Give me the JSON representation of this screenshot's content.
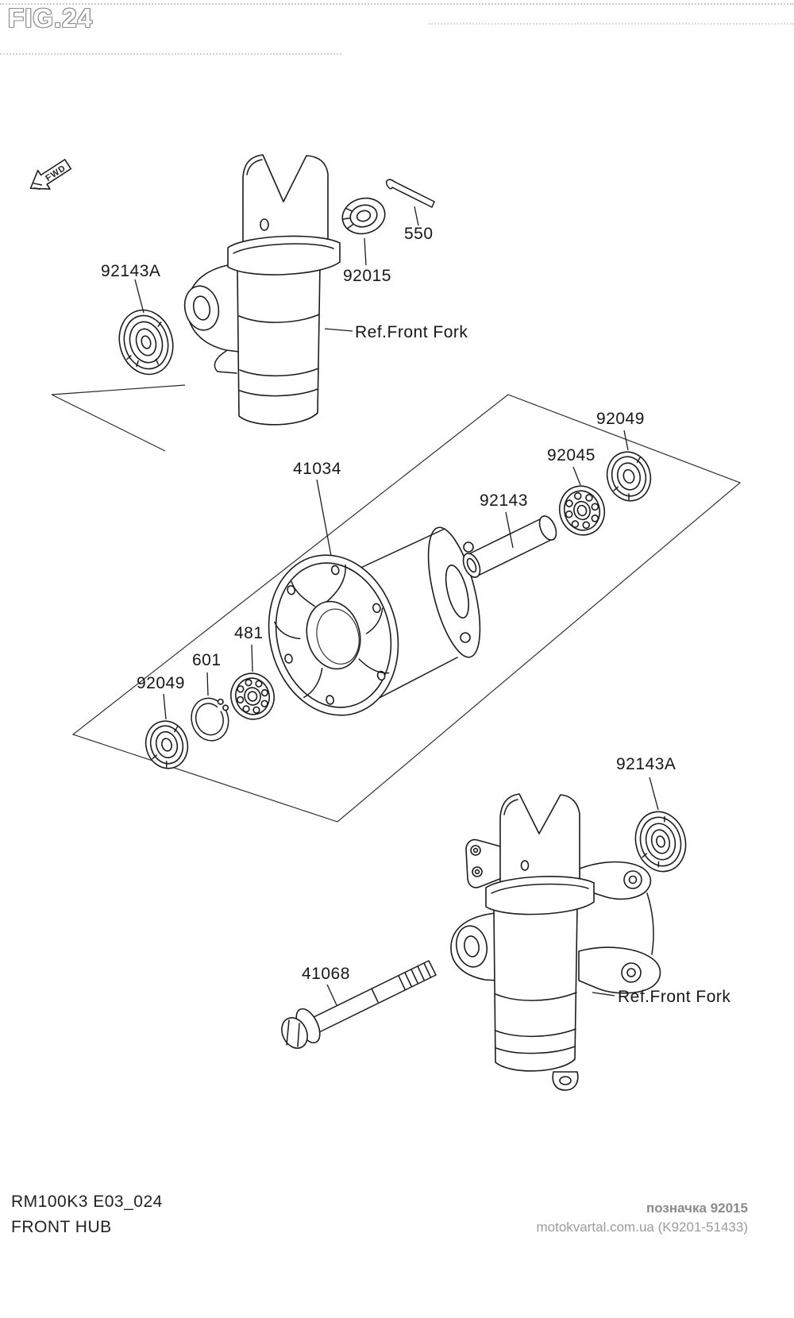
{
  "page": {
    "title": "FIG.24",
    "fwd_label": "FWD",
    "footer": {
      "code": "RM100K3 E03_024",
      "name": "FRONT HUB"
    },
    "watermark": {
      "line1": "позначка 92015",
      "line2": "motokvartal.com.ua (K9201-51433)"
    }
  },
  "labels": [
    {
      "text": "92143A"
    },
    {
      "text": "92015"
    },
    {
      "text": "550"
    },
    {
      "text": "Ref.Front Fork"
    },
    {
      "text": "41034"
    },
    {
      "text": "92049"
    },
    {
      "text": "92045"
    },
    {
      "text": "92143"
    },
    {
      "text": "481"
    },
    {
      "text": "601"
    },
    {
      "text": "92049"
    },
    {
      "text": "92143A"
    },
    {
      "text": "41068"
    },
    {
      "text": "Ref.Front Fork"
    }
  ]
}
